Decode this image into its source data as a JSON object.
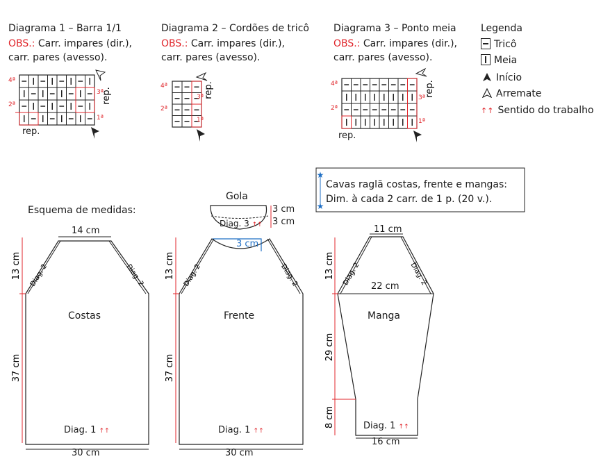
{
  "diagrams": [
    {
      "title": "Diagrama 1 – Barra 1/1",
      "obs_label": "OBS.:",
      "obs_text": "Carr. impares (dir.),",
      "obs_line2": "carr. pares (avesso).",
      "rows_labels": [
        "4ª",
        "2ª"
      ],
      "row_marks": [
        "3ª",
        "1ª"
      ],
      "rep_side": "rep.",
      "rep_bottom": "rep."
    },
    {
      "title": "Diagrama 2 – Cordões de tricô",
      "obs_label": "OBS.:",
      "obs_text": "Carr. impares (dir.),",
      "obs_line2": "carr. pares (avesso).",
      "rows_labels": [
        "4ª",
        "2ª"
      ],
      "row_marks": [
        "3ª",
        "1ª"
      ],
      "rep_side": "rep."
    },
    {
      "title": "Diagrama 3 – Ponto meia",
      "obs_label": "OBS.:",
      "obs_text": "Carr. impares (dir.),",
      "obs_line2": "carr. pares (avesso).",
      "rows_labels": [
        "4ª",
        "2ª"
      ],
      "row_marks": [
        "3ª",
        "1ª"
      ],
      "rep_side": "rep.",
      "rep_bottom": "rep."
    }
  ],
  "legend": {
    "title": "Legenda",
    "items": [
      "Tricô",
      "Meia",
      "Início",
      "Arremate",
      "Sentido do trabalho"
    ]
  },
  "raglan_note": {
    "line1": "Cavas raglã costas, frente e mangas:",
    "line2": "Dim. à cada 2 carr. de 1 p. (20 v.)."
  },
  "schema_title": "Esquema de medidas:",
  "gola": {
    "label": "Gola",
    "h1": "3 cm",
    "h2": "3 cm",
    "diag": "Diag. 3"
  },
  "costas": {
    "label": "Costas",
    "top": "14 cm",
    "raglan_h": "13 cm",
    "body_h": "37 cm",
    "bottom": "30 cm",
    "diag_side": "Diag. 2",
    "diag_bottom": "Diag. 1"
  },
  "frente": {
    "label": "Frente",
    "neck": "3 cm",
    "raglan_h": "13 cm",
    "body_h": "37 cm",
    "bottom": "30 cm",
    "diag_side": "Diag. 2",
    "diag_bottom": "Diag. 1"
  },
  "manga": {
    "label": "Manga",
    "top": "11 cm",
    "mid": "22 cm",
    "raglan_h": "13 cm",
    "body_h": "29 cm",
    "cuff_h": "8 cm",
    "bottom": "16 cm",
    "diag_side": "Diag. 2",
    "diag_bottom": "Diag. 1"
  },
  "arrows": "↑↑"
}
